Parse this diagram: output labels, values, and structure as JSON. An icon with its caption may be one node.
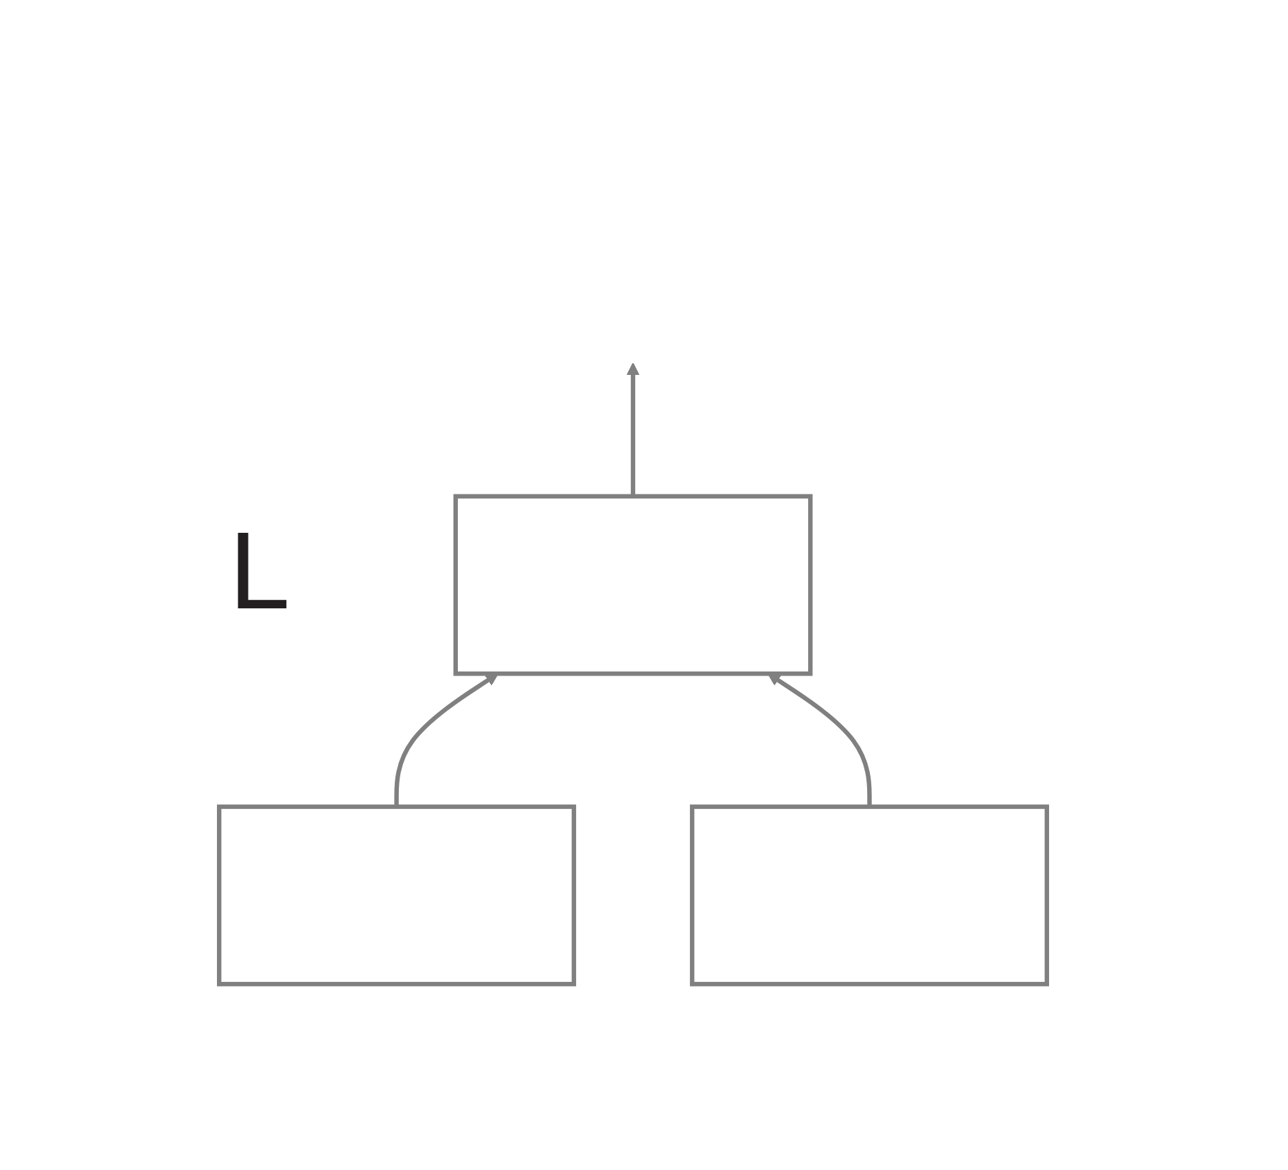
{
  "diagram": {
    "nodes": [
      {
        "text": [],
        "shape": "box",
        "beside": [
          "L"
        ]
      },
      {
        "text": [],
        "shape": "box"
      },
      {
        "text": [],
        "shape": "box"
      }
    ],
    "edges": [
      {
        "from": 0,
        "to": null,
        "arrow": "to"
      },
      {
        "from": 1,
        "to": 0,
        "arrow": "to"
      },
      {
        "from": 2,
        "to": 0,
        "arrow": "to"
      }
    ]
  }
}
